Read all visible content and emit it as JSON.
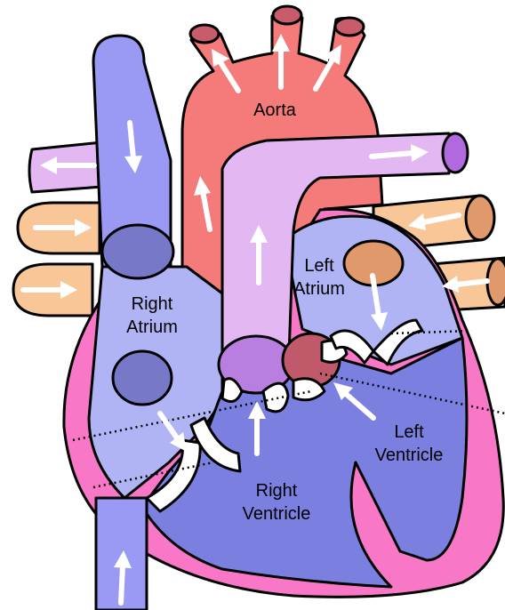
{
  "labels": {
    "aorta": "Aorta",
    "left_atrium": [
      "Left",
      "Atrium"
    ],
    "right_atrium": [
      "Right",
      "Atrium"
    ],
    "left_ventricle": [
      "Left",
      "Ventricle"
    ],
    "right_ventricle": [
      "Right",
      "Ventricle"
    ]
  },
  "colors": {
    "myocardium": "#f977c7",
    "aorta": "#f57b7b",
    "aorta_vessel_ends": "#c85c6a",
    "pulmonary_artery": "#e2b7f2",
    "pulmonary_artery_end": "#b169de",
    "pulmonary_veins": "#f8c697",
    "pulmonary_vein_ends": "#e0996a",
    "vena_cava": "#9a9af5",
    "vena_cava_opening": "#7878c8",
    "left_atrium": "#b0b4f5",
    "right_atrium": "#b0b4f5",
    "ventricles": "#7b80e0",
    "pulmonary_valve_ring": "#b87ee0",
    "aortic_valve_ring": "#c05a6a",
    "flow_arrows": "#ffffff"
  }
}
